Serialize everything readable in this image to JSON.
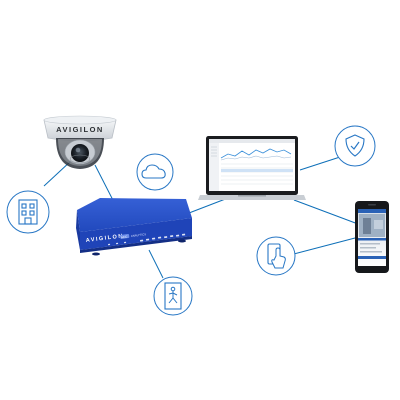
{
  "camera": {
    "brand": "AVIGILON"
  },
  "appliance": {
    "brand": "AVIGILON",
    "model_badge": "ACC",
    "model_text": "ANALYTICS"
  },
  "icons": {
    "building": "building-icon",
    "cloud": "cloud-icon",
    "shield": "shield-check-icon",
    "phone_tap": "phone-tap-icon",
    "door": "door-person-icon"
  },
  "colors": {
    "line": "#0d6fb8",
    "appliance": "#1f44b8",
    "appliance_dark": "#142f86",
    "icon": "#2877c5"
  }
}
